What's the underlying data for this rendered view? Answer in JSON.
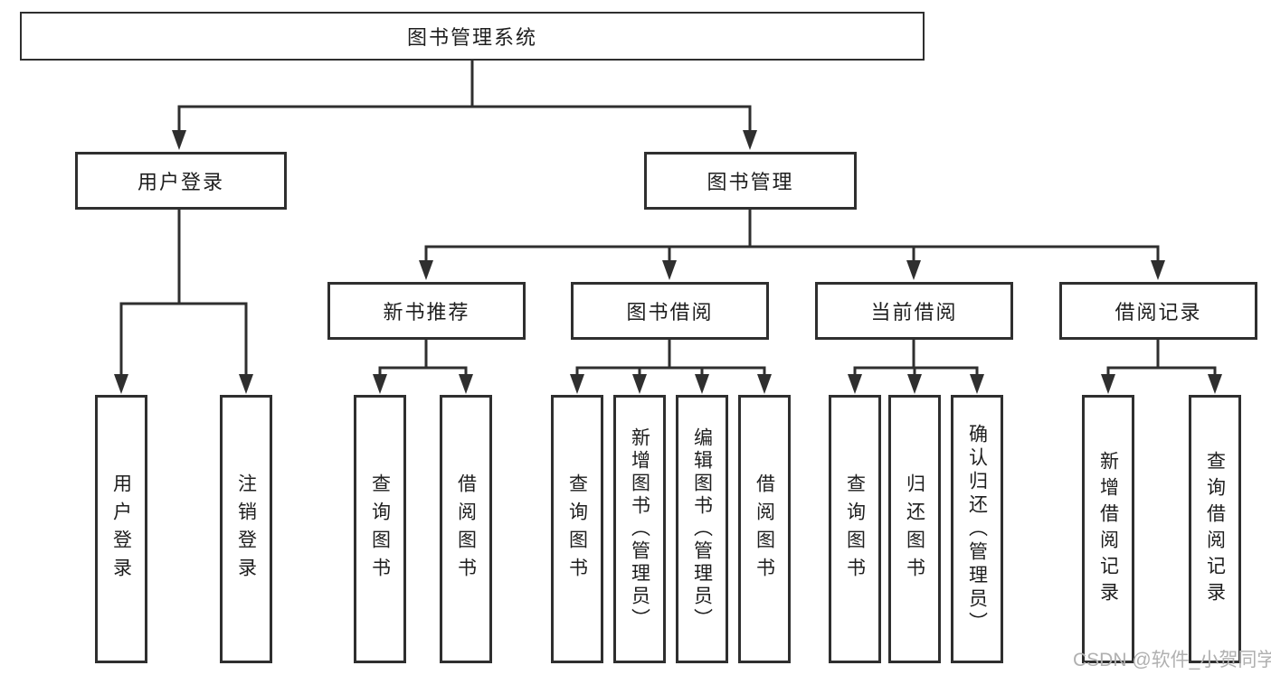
{
  "diagram": {
    "root": {
      "label": "图书管理系统"
    },
    "branches": [
      {
        "label": "用户登录",
        "children": [
          {
            "label": "用户登录"
          },
          {
            "label": "注销登录"
          }
        ]
      },
      {
        "label": "图书管理",
        "children": [
          {
            "label": "新书推荐",
            "children": [
              {
                "label": "查询图书"
              },
              {
                "label": "借阅图书"
              }
            ]
          },
          {
            "label": "图书借阅",
            "children": [
              {
                "label": "查询图书"
              },
              {
                "label": "新增图书（管理员）"
              },
              {
                "label": "编辑图书（管理员）"
              },
              {
                "label": "借阅图书"
              }
            ]
          },
          {
            "label": "当前借阅",
            "children": [
              {
                "label": "查询图书"
              },
              {
                "label": "归还图书"
              },
              {
                "label": "确认归还（管理员）"
              }
            ]
          },
          {
            "label": "借阅记录",
            "children": [
              {
                "label": "新增借阅记录"
              },
              {
                "label": "查询借阅记录"
              }
            ]
          }
        ]
      }
    ],
    "watermark": "CSDN @软件_小贺同学",
    "colors": {
      "line": "#2f2f2f",
      "text": "#1e1e1e",
      "background": "#ffffff",
      "watermark": "#b0b0b0"
    }
  }
}
